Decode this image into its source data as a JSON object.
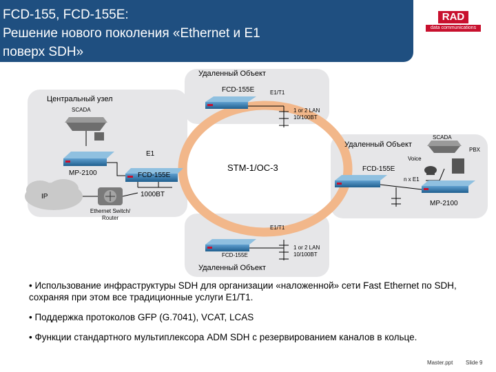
{
  "slide": {
    "title_lines": [
      "FCD-155, FCD-155E:",
      "Решение нового поколения  «Ethernet  и E1",
      "поверх SDH»"
    ],
    "logo": {
      "brand": "RAD",
      "tagline": "data communications"
    }
  },
  "diagram": {
    "ring_label": "STM-1/OC-3",
    "top_site": {
      "title": "Удаленный Объект",
      "device": "FCD-155E",
      "link": "E1/T1",
      "lan": "1 or 2 LAN 10/100BT"
    },
    "central": {
      "title": "Центральный узел",
      "scada": "SCADA",
      "e1": "E1",
      "mp": "MP-2100",
      "fcd": "FCD-155E",
      "gige": "1000BT",
      "ip": "IP",
      "switch": "Ethernet Switch/ Router"
    },
    "right_site": {
      "title": "Удаленный Объект",
      "scada": "SCADA",
      "pbx": "PBX",
      "voice": "Voice",
      "fcd": "FCD-155E",
      "nx": "n x E1",
      "mp": "MP-2100"
    },
    "bottom_site": {
      "link": "E1/T1",
      "device": "FCD-155E",
      "lan": "1 or 2 LAN 10/100BT",
      "title": "Удаленный Объект"
    }
  },
  "bullets": [
    "• Использование инфраструктуры SDH для организации «наложенной» сети Fast Ethernet по SDH,  сохраняя при этом все традиционные услуги E1/T1.",
    "• Поддержка протоколов GFP (G.7041), VCAT, LCAS",
    "• Функции стандартного мультиплексора ADM SDH с резервированием каналов в кольце."
  ],
  "footer": {
    "file": "Master.ppt",
    "slide": "Slide 9"
  },
  "colors": {
    "header": "#1f4f80",
    "brand": "#c8102e",
    "ring": "#f0b080",
    "zone": "#e6e6e8",
    "device": "#2f6f9f"
  }
}
